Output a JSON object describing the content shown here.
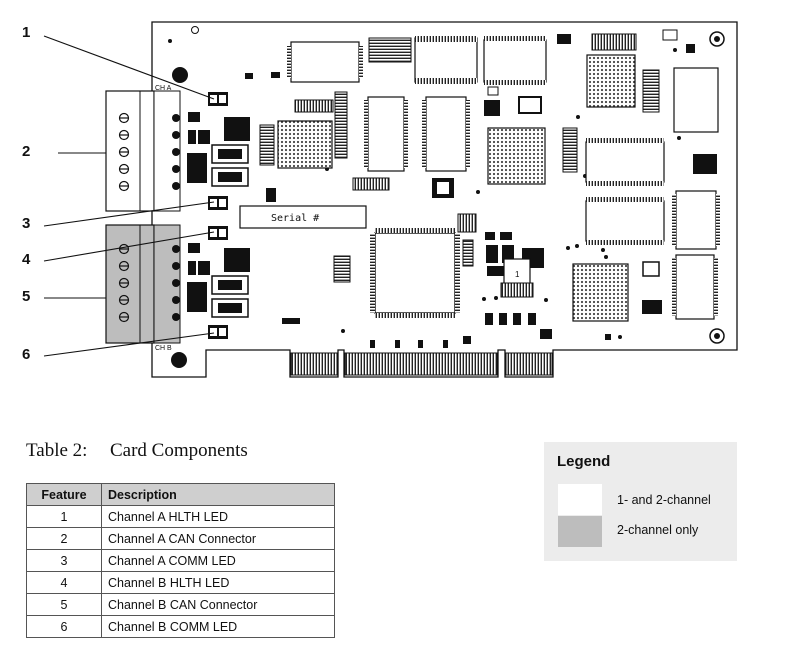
{
  "diagram": {
    "callouts": [
      "1",
      "2",
      "3",
      "4",
      "5",
      "6"
    ],
    "pcb_labels": {
      "ch_a": "CH A",
      "ch_b": "CH B",
      "serial": "Serial #",
      "chip_mark": "1"
    }
  },
  "table": {
    "number": "Table 2:",
    "title": "Card Components",
    "headers": [
      "Feature",
      "Description"
    ],
    "rows": [
      {
        "feature": "1",
        "description": "Channel A HLTH LED"
      },
      {
        "feature": "2",
        "description": "Channel A CAN Connector"
      },
      {
        "feature": "3",
        "description": "Channel A COMM LED"
      },
      {
        "feature": "4",
        "description": "Channel B HLTH LED"
      },
      {
        "feature": "5",
        "description": "Channel B CAN Connector"
      },
      {
        "feature": "6",
        "description": "Channel B COMM LED"
      }
    ]
  },
  "legend": {
    "title": "Legend",
    "items": [
      {
        "label": "1- and 2-channel",
        "color": "#ffffff"
      },
      {
        "label": "2-channel only",
        "color": "#bdbdbd"
      }
    ]
  }
}
